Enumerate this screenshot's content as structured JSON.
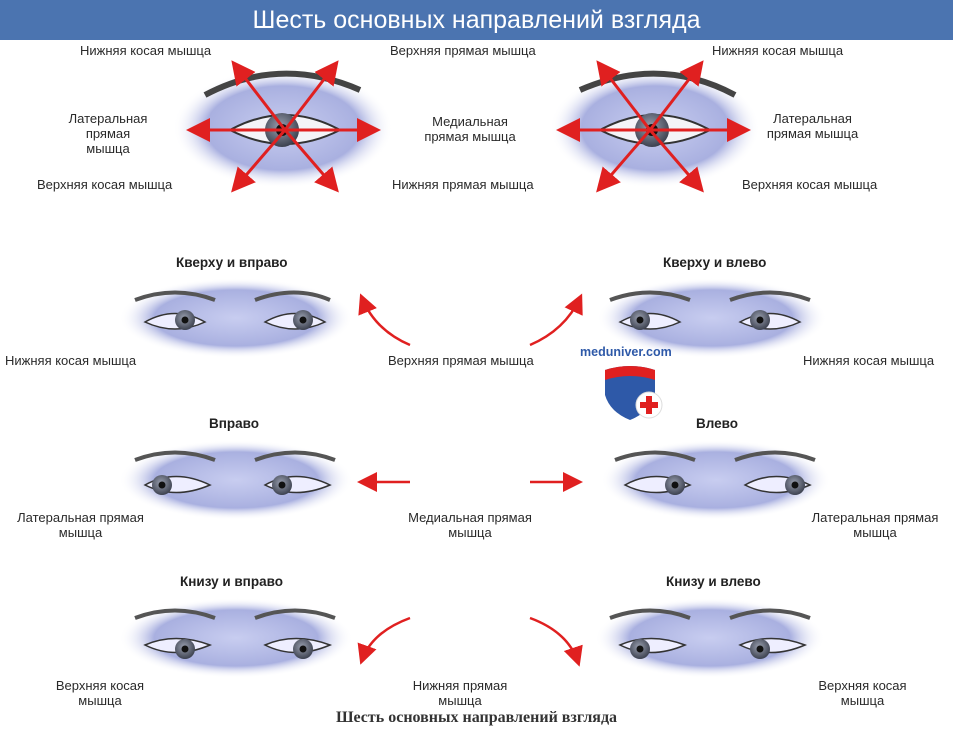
{
  "title": "Шесть основных направлений взгляда",
  "caption": "Шесть основных направлений взгляда",
  "brand": {
    "site": "meduniver.com",
    "logo_icon": "shield-cross-icon"
  },
  "colors": {
    "banner": "#4b74b0",
    "arrow": "#e02020",
    "shadow": "#9aa3d6"
  },
  "top_diagrams": {
    "right_eye": {
      "upper_left": "Нижняя косая мышца",
      "lateral_left": "Латеральная прямая мышца",
      "lower_left": "Верхняя косая мышца"
    },
    "center": {
      "upper": "Верхняя прямая мышца",
      "medial": "Медиальная прямая мышца",
      "lower": "Нижняя прямая мышца"
    },
    "left_eye": {
      "upper_right": "Нижняя косая мышца",
      "lateral_right": "Латеральная прямая мышца",
      "lower_right": "Верхняя косая мышца"
    }
  },
  "gazes": {
    "up_right": {
      "title": "Кверху и вправо",
      "muscle": "Нижняя косая мышца"
    },
    "up_left": {
      "title": "Кверху и влево",
      "muscle": "Нижняя косая мышца"
    },
    "up_center": "Верхняя прямая мышца",
    "right": {
      "title": "Вправо",
      "muscle": "Латеральная прямая мышца"
    },
    "left": {
      "title": "Влево",
      "muscle": "Латеральная прямая мышца"
    },
    "horiz_center": "Медиальная прямая мышца",
    "down_right": {
      "title": "Книзу и вправо",
      "muscle": "Верхняя косая мышца"
    },
    "down_left": {
      "title": "Книзу и влево",
      "muscle": "Верхняя косая мышца"
    },
    "down_center": "Нижняя прямая мышца"
  }
}
